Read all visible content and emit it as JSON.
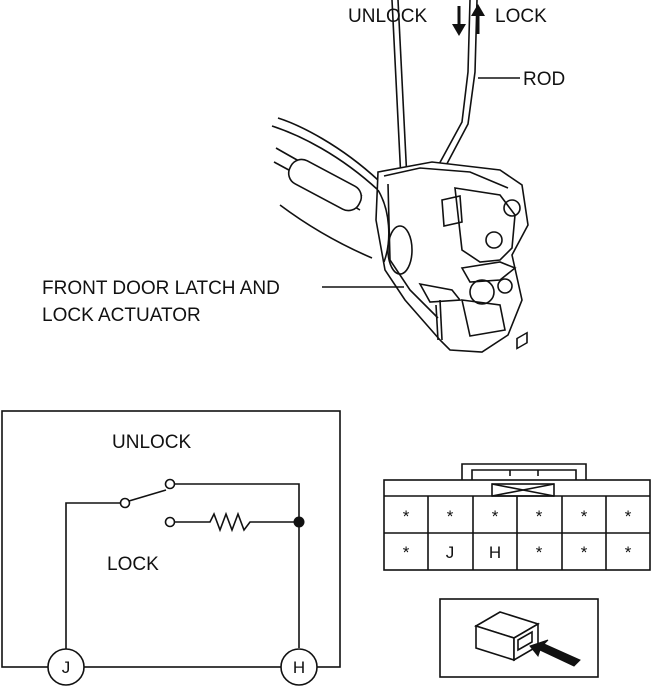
{
  "top_figure": {
    "unlock_label": "UNLOCK",
    "lock_label": "LOCK",
    "rod_label": "ROD",
    "actuator_label_line1": "FRONT DOOR LATCH AND",
    "actuator_label_line2": "LOCK ACTUATOR"
  },
  "circuit": {
    "unlock_label": "UNLOCK",
    "lock_label": "LOCK",
    "terminal_j": "J",
    "terminal_h": "H"
  },
  "connector": {
    "row1": [
      "*",
      "*",
      "*",
      "*",
      "*",
      "*"
    ],
    "row2": [
      "*",
      "J",
      "H",
      "*",
      "*",
      "*"
    ]
  }
}
